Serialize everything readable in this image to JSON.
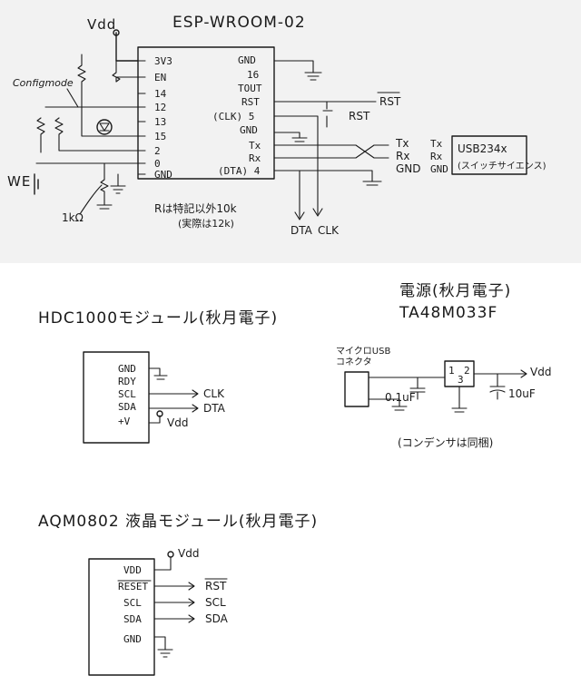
{
  "top": {
    "vdd": "Vdd",
    "chip_title": "ESP-WROOM-02",
    "left_pins": [
      "3V3",
      "EN",
      "14",
      "12",
      "13",
      "15",
      "2",
      "0",
      "GND"
    ],
    "right_pins": [
      "GND",
      "16",
      "TOUT",
      "RST",
      "(CLK) 5",
      "GND",
      "Tx",
      "Rx",
      "(DTA) 4"
    ],
    "config_mode": "Configmode",
    "we": "WE",
    "r1k": "1kΩ",
    "resistor_note": "Rは特記以外10k",
    "resistor_note2": "(実際は12k)",
    "rst_out": "RST",
    "rst_sw": "RST",
    "tx": "Tx",
    "rx": "Rx",
    "gnd": "GND",
    "usb_tx": "Tx",
    "usb_rx": "Rx",
    "usb_gnd": "GND",
    "usb_name": "USB234x",
    "usb_maker": "(スイッチサイエンス)",
    "dta": "DTA",
    "clk": "CLK"
  },
  "power": {
    "title": "電源(秋月電子)",
    "part": "TA48M033F",
    "connector": "マイクロUSB",
    "connector2": "コネクタ",
    "cap1": "0.1uF",
    "cap2": "10uF",
    "pin1": "1",
    "pin2": "2",
    "pin3": "3",
    "vdd": "Vdd",
    "note": "(コンデンサは同梱)"
  },
  "hdc": {
    "title": "HDC1000モジュール(秋月電子)",
    "pins": [
      "GND",
      "RDY",
      "SCL",
      "SDA",
      "+V"
    ],
    "clk": "CLK",
    "dta": "DTA",
    "vdd": "Vdd"
  },
  "aqm": {
    "title": "AQM0802 液晶モジュール(秋月電子)",
    "pins": [
      "VDD",
      "RESET",
      "SCL",
      "SDA",
      "GND"
    ],
    "rst": "RST",
    "scl": "SCL",
    "sda": "SDA",
    "vdd": "Vdd"
  }
}
